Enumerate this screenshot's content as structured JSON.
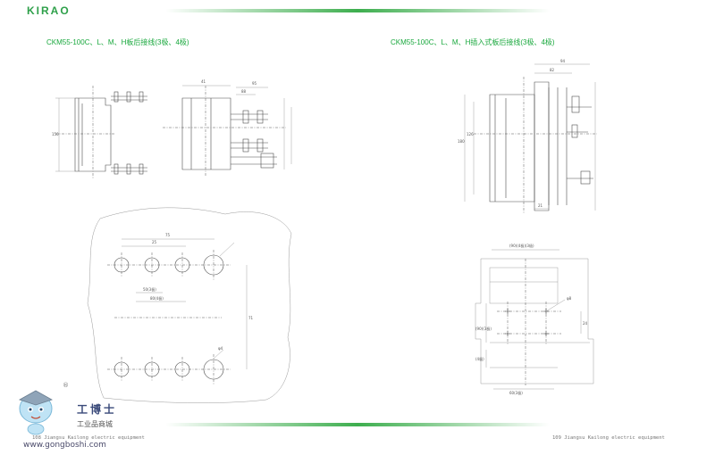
{
  "header": {
    "logo_text": "KIRAO",
    "accent_color": "#19a83d"
  },
  "titles": {
    "left": "CKM55-100C、L、M、H板后接线(3极、4极)",
    "right": "CKM55-100C、L、M、H插入式板后接线(3极、4极)"
  },
  "footer": {
    "left": "108  Jiangsu Kailong electric equipment",
    "right": "109  Jiangsu Kailong electric equipment"
  },
  "watermark": {
    "brand": "工博士",
    "subtitle": "工业品商城",
    "url": "www.gongboshi.com",
    "registered": "®"
  },
  "dimensions": {
    "front_height": "150",
    "side_depth": "88",
    "side_total": "95",
    "side_width": "41",
    "hole_span": "75",
    "hole_pitch": "25",
    "hole_pitch_3p": "50(3极)",
    "hole_pitch_4p": "80(4极)",
    "hole_vertical": "71",
    "hole_dia": "φ4",
    "plug_width": "94",
    "plug_depth": "82",
    "plug_height": "180",
    "plug_side": "126",
    "plug_base": "21",
    "cut_top": "(90)(4极)(3极)",
    "cut_bottom": "60(3极)",
    "cut_left": "(90)(3极)",
    "cut_left2": "(4极)",
    "cut_right": "φ8",
    "cut_mid": "24"
  }
}
